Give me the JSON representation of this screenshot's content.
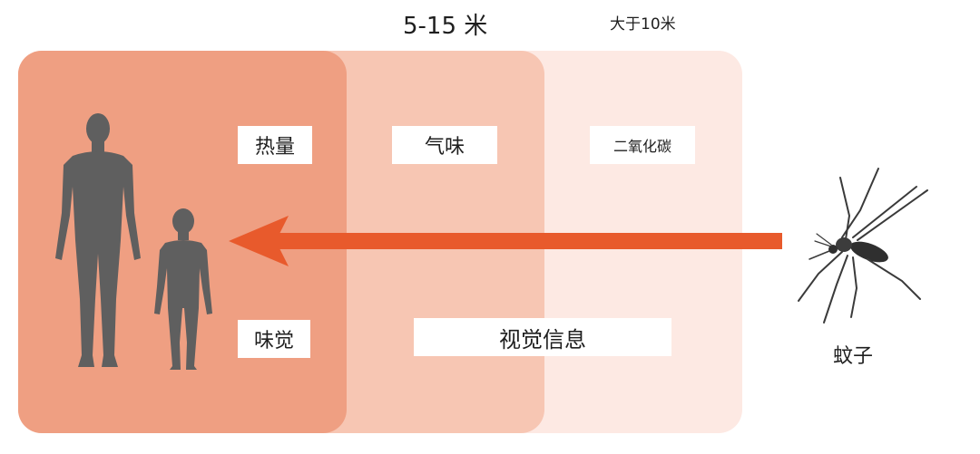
{
  "ranges": {
    "mid_distance": "5-15 米",
    "far_distance": "大于10米"
  },
  "cues": {
    "heat": "热量",
    "taste": "味觉",
    "smell": "气味",
    "vision": "视觉信息",
    "co2": "二氧化碳"
  },
  "subject": {
    "mosquito": "蚊子"
  },
  "icons": {
    "humans": "human-silhouettes-icon",
    "mosquito": "mosquito-icon",
    "arrow": "arrow-left-icon"
  },
  "colors": {
    "near_zone": "#ef9f82",
    "mid_zone": "#f7c6b3",
    "far_zone": "#fde9e3",
    "arrow": "#e85a2c",
    "human": "#5f5f5f"
  }
}
